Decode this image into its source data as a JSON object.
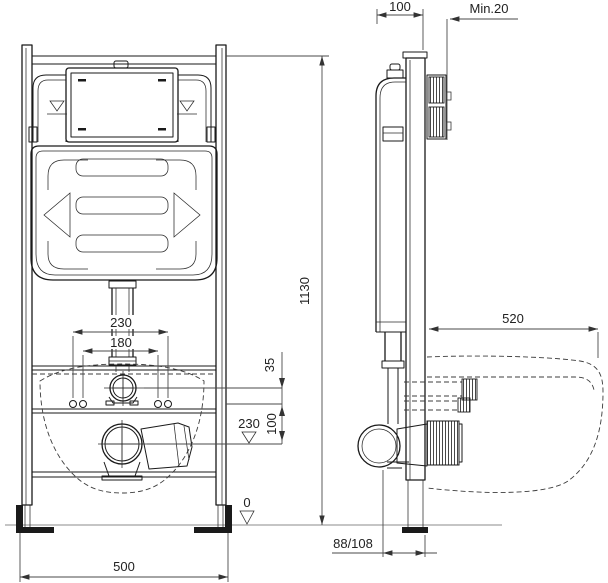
{
  "drawing": {
    "type": "technical installation drawing",
    "subject": "wall-mounted WC concealed cistern frame, front view and side view",
    "views": [
      "front",
      "side"
    ]
  },
  "dimensions": {
    "front": {
      "bolt_spacing_outer": "230",
      "bolt_spacing_inner": "180",
      "supply_to_bolts": "35",
      "bolts_to_outlet": "100",
      "outlet_level": "230",
      "floor_level": "0",
      "frame_width": "500",
      "frame_height": "1130"
    },
    "side": {
      "frame_depth": "100",
      "min_wall_clearance": "Min.20",
      "bowl_projection": "520",
      "outlet_wall_offset": "88/108"
    }
  },
  "colors": {
    "object_line": "#1a1a1a",
    "dimension_line": "#4a4a4a",
    "floor_line": "#8b8b8b",
    "text": "#222222",
    "background": "#ffffff"
  }
}
